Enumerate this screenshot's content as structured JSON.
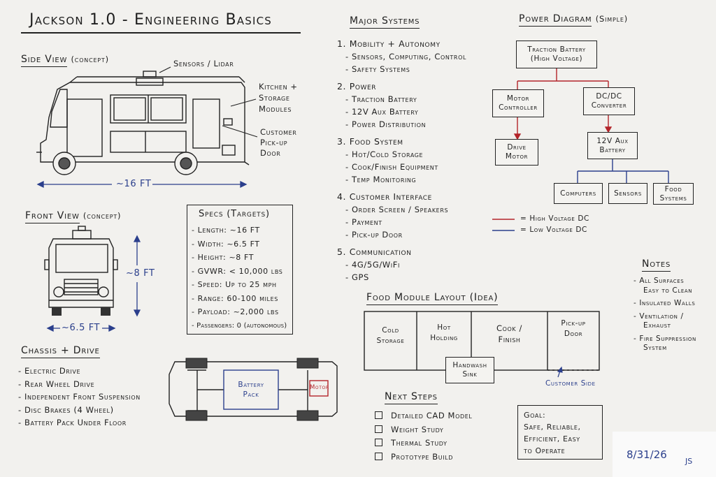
{
  "title": "Jackson 1.0 - Engineering Basics",
  "side_view": {
    "heading": "Side View",
    "heading_note": "(concept)",
    "label_sensors": "Sensors / Lidar",
    "label_kitchen": [
      "Kitchen +",
      "Storage",
      "Modules"
    ],
    "label_door": [
      "Customer",
      "Pick-up",
      "Door"
    ],
    "dimension": "~16 FT"
  },
  "front_view": {
    "heading": "Front View",
    "heading_note": "(concept)",
    "height_dim": "~8 FT",
    "width_dim": "~6.5 FT"
  },
  "specs": {
    "heading": "Specs (Targets)",
    "items": [
      "- Length: ~16 FT",
      "- Width: ~6.5 FT",
      "- Height: ~8 FT",
      "- GVWR: < 10,000 lbs",
      "- Speed: Up to 25 mph",
      "- Range: 60-100 miles",
      "- Payload: ~2,000 lbs",
      "- Passengers: 0 (autonomous)"
    ]
  },
  "chassis": {
    "heading": "Chassis + Drive",
    "items": [
      "- Electric Drive",
      "- Rear Wheel Drive",
      "- Independent Front Suspension",
      "- Disc Brakes (4 Wheel)",
      "- Battery Pack Under Floor"
    ],
    "battery_label": [
      "Battery",
      "Pack"
    ],
    "motor_label": "Motor"
  },
  "major_systems": {
    "heading": "Major Systems",
    "sections": [
      {
        "title": "1. Mobility + Autonomy",
        "items": [
          "- Sensors, Computing, Control",
          "- Safety Systems"
        ]
      },
      {
        "title": "2. Power",
        "items": [
          "- Traction Battery",
          "- 12V Aux Battery",
          "- Power Distribution"
        ]
      },
      {
        "title": "3. Food System",
        "items": [
          "- Hot/Cold Storage",
          "- Cook/Finish Equipment",
          "- Temp Monitoring"
        ]
      },
      {
        "title": "4. Customer Interface",
        "items": [
          "- Order Screen / Speakers",
          "- Payment",
          "- Pick-up Door"
        ]
      },
      {
        "title": "5. Communication",
        "items": [
          "- 4G/5G/WiFi",
          "- GPS"
        ]
      }
    ]
  },
  "power_diagram": {
    "heading": "Power Diagram",
    "heading_note": "(Simple)",
    "traction_battery": [
      "Traction Battery",
      "(High Voltage)"
    ],
    "motor_controller": [
      "Motor",
      "Controller"
    ],
    "dcdc": [
      "DC/DC",
      "Converter"
    ],
    "drive_motor": [
      "Drive",
      "Motor"
    ],
    "aux_battery": [
      "12V Aux",
      "Battery"
    ],
    "computers": "Computers",
    "sensors": "Sensors",
    "food_systems": [
      "Food",
      "Systems"
    ],
    "legend_high": "= High Voltage DC",
    "legend_low": "= Low Voltage DC",
    "high_color": "#b3242a",
    "low_color": "#2b3f8c"
  },
  "notes": {
    "heading": "Notes",
    "items": [
      [
        "- All Surfaces",
        "Easy to Clean"
      ],
      [
        "- Insulated Walls"
      ],
      [
        "- Ventilation /",
        "Exhaust"
      ],
      [
        "- Fire Suppression",
        "System"
      ]
    ]
  },
  "food_module": {
    "heading": "Food Module Layout (Idea)",
    "cold_storage": [
      "Cold",
      "Storage"
    ],
    "hot_holding": [
      "Hot",
      "Holding"
    ],
    "cook_finish": [
      "Cook /",
      "Finish"
    ],
    "pickup_door": [
      "Pick-up",
      "Door"
    ],
    "handwash": [
      "Handwash",
      "Sink"
    ],
    "customer_side": "Customer Side"
  },
  "next_steps": {
    "heading": "Next Steps",
    "items": [
      "Detailed CAD Model",
      "Weight Study",
      "Thermal Study",
      "Prototype Build"
    ]
  },
  "goal": {
    "lines": [
      "Goal:",
      "Safe, Reliable,",
      "Efficient, Easy",
      "to Operate"
    ]
  },
  "footer": {
    "date": "8/31/26",
    "initials": "JS"
  }
}
